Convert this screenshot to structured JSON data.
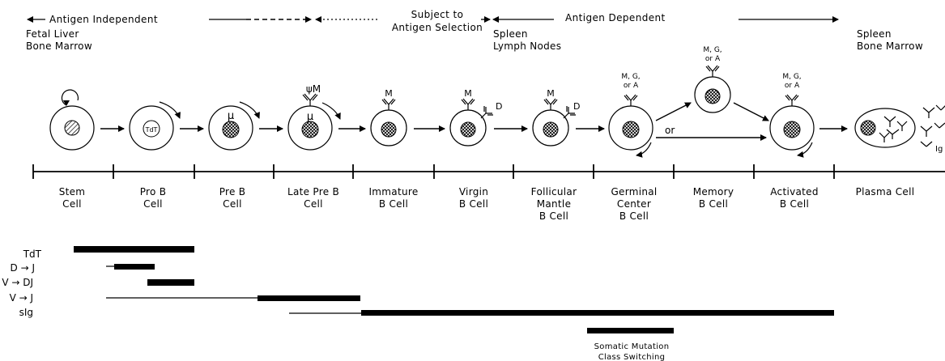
{
  "header": {
    "antigen_independent": "Antigen Independent",
    "subject_to": "Subject to",
    "antigen_selection": "Antigen Selection",
    "antigen_dependent": "Antigen Dependent"
  },
  "locations": {
    "fetal_liver": "Fetal Liver",
    "bone_marrow_left": "Bone Marrow",
    "spleen_mid": "Spleen",
    "lymph_nodes": "Lymph Nodes",
    "spleen_right": "Spleen",
    "bone_marrow_right": "Bone Marrow"
  },
  "cell_markers": {
    "tdt": "TdT",
    "mu": "μ",
    "psi_m": "ψM",
    "m": "M",
    "d": "D",
    "mga_1": "M, G,",
    "mga_2": "or A",
    "or": "or",
    "ig": "Ig"
  },
  "stages": [
    {
      "line1": "Stem",
      "line2": "Cell",
      "line3": ""
    },
    {
      "line1": "Pro B",
      "line2": "Cell",
      "line3": ""
    },
    {
      "line1": "Pre B",
      "line2": "Cell",
      "line3": ""
    },
    {
      "line1": "Late Pre B",
      "line2": "Cell",
      "line3": ""
    },
    {
      "line1": "Immature",
      "line2": "B Cell",
      "line3": ""
    },
    {
      "line1": "Virgin",
      "line2": "B Cell",
      "line3": ""
    },
    {
      "line1": "Follicular",
      "line2": "Mantle",
      "line3": "B Cell"
    },
    {
      "line1": "Germinal",
      "line2": "Center",
      "line3": "B Cell"
    },
    {
      "line1": "Memory",
      "line2": "B Cell",
      "line3": ""
    },
    {
      "line1": "Activated",
      "line2": "B Cell",
      "line3": ""
    },
    {
      "line1": "Plasma Cell",
      "line2": "",
      "line3": ""
    }
  ],
  "rows": [
    {
      "label": "TdT"
    },
    {
      "label": "D → J"
    },
    {
      "label": "V → DJ"
    },
    {
      "label": "V → J"
    },
    {
      "label": "sIg"
    }
  ],
  "footnote": {
    "line1": "Somatic Mutation",
    "line2": "Class Switching"
  }
}
